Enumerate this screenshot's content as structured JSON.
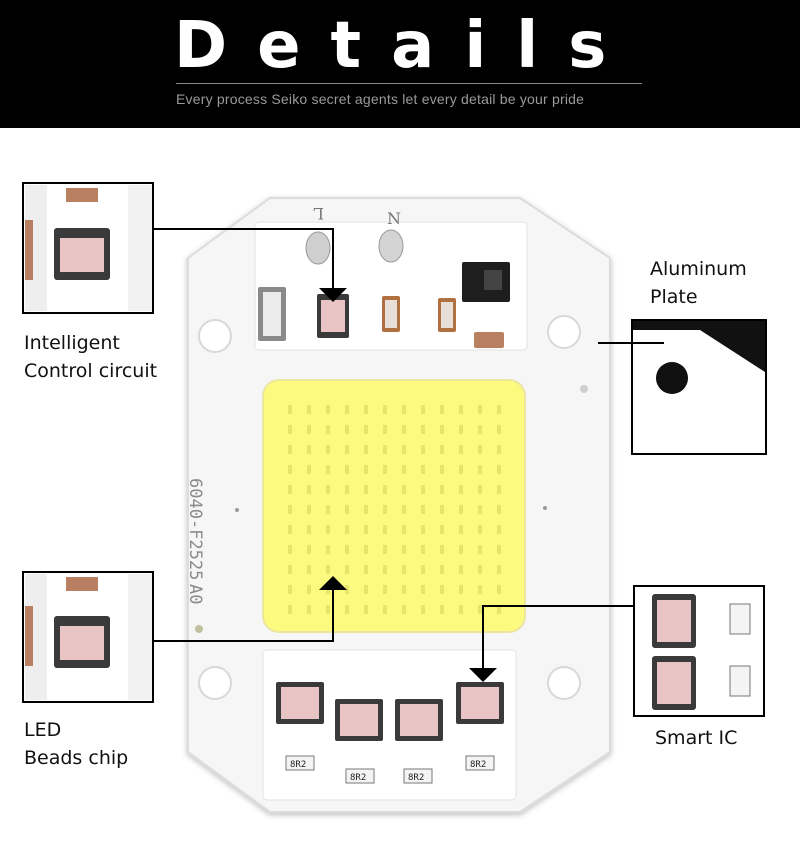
{
  "header": {
    "title": "Details",
    "subtitle": "Every process Seiko secret agents let every detail be your pride"
  },
  "board": {
    "pin_left": "L",
    "pin_right": "N",
    "model_text": "6040-F2525",
    "rev_text": "A0",
    "resistor_text": "8R2"
  },
  "callouts": {
    "control": {
      "line1": "Intelligent",
      "line2": "Control circuit"
    },
    "aluminum": {
      "line1": "Aluminum",
      "line2": "Plate"
    },
    "led": {
      "line1": "LED",
      "line2": "Beads chip"
    },
    "smart_ic": {
      "line1": "Smart IC"
    }
  },
  "colors": {
    "header_bg": "#000000",
    "header_text": "#ffffff",
    "led_panel": "#fdfa7e",
    "board": "#f7f7f7",
    "chip_body": "#3a3a3a",
    "chip_die": "#e8c4c4"
  }
}
